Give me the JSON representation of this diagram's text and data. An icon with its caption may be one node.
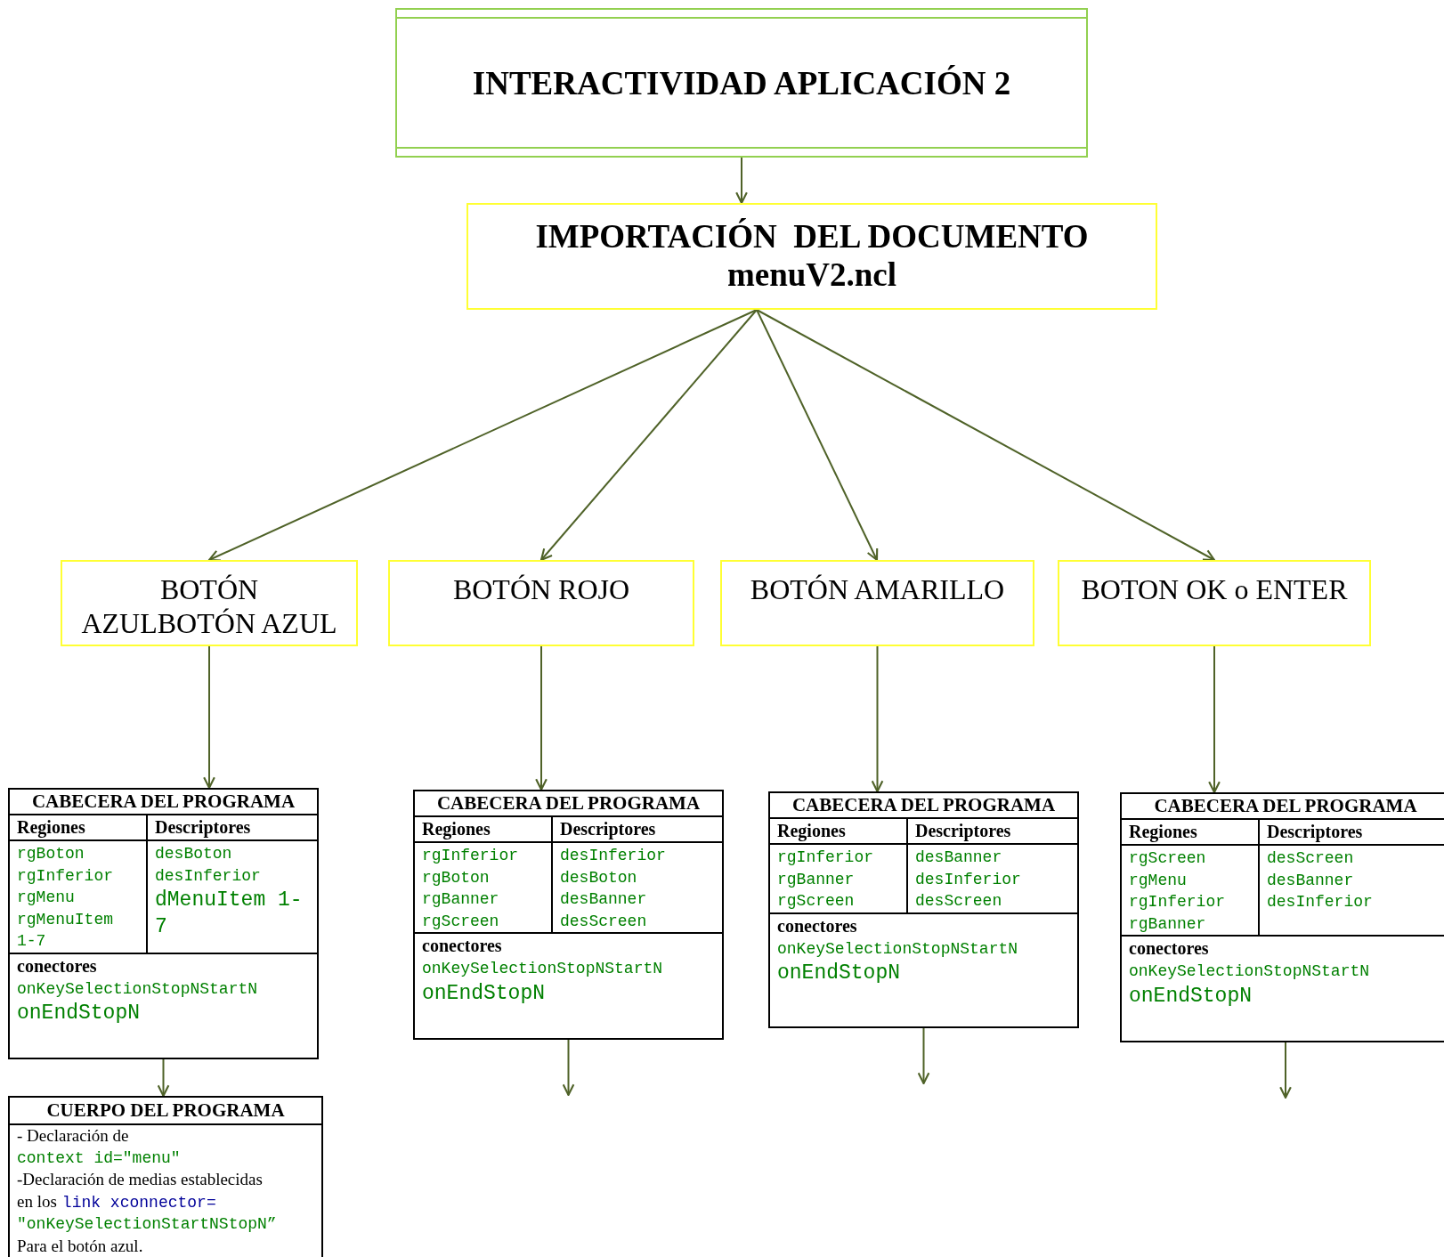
{
  "diagram": {
    "nodes": [
      {
        "text": [
          "INTERACTIVIDAD APLICACIÓN 2"
        ]
      },
      {
        "text": [
          "IMPORTACIÓN  DEL DOCUMENTO",
          "menuV2.ncl"
        ]
      },
      {
        "text": [
          "BOTÓN AZULBOTÓN AZUL"
        ]
      },
      {
        "text": [
          "BOTÓN ROJO"
        ]
      },
      {
        "text": [
          "BOTÓN AMARILLO"
        ]
      },
      {
        "text": [
          "BOTON OK o ENTER"
        ]
      },
      {
        "text": [
          "CABECERA DEL PROGRAMA"
        ]
      },
      {
        "text": [
          "Regiones",
          "rgBoton",
          "rgInferior",
          "rgMenu",
          "rgMenuItem 1-7"
        ],
        "in": 6
      },
      {
        "text": [
          "Descriptores",
          "desBoton",
          "desInferior",
          "dMenuItem 1-7"
        ],
        "in": 6
      },
      {
        "text": [
          "conectores",
          "onKeySelectionStopNStartN",
          "onEndStopN"
        ],
        "in": 6
      },
      {
        "text": [
          "CABECERA DEL PROGRAMA"
        ]
      },
      {
        "text": [
          "Regiones",
          "rgInferior",
          "rgBoton",
          "rgBanner",
          "rgScreen"
        ],
        "in": 10
      },
      {
        "text": [
          "Descriptores",
          "desInferior",
          "desBoton",
          "desBanner",
          "desScreen"
        ],
        "in": 10
      },
      {
        "text": [
          "conectores",
          "onKeySelectionStopNStartN",
          "onEndStopN"
        ],
        "in": 10
      },
      {
        "text": [
          "CABECERA DEL PROGRAMA"
        ]
      },
      {
        "text": [
          "Regiones",
          "rgInferior",
          "rgBanner",
          "rgScreen"
        ],
        "in": 14
      },
      {
        "text": [
          "Descriptores",
          "desBanner",
          "desInferior",
          "desScreen"
        ],
        "in": 14
      },
      {
        "text": [
          "conectores",
          "onKeySelectionStopNStartN",
          "onEndStopN"
        ],
        "in": 14
      },
      {
        "text": [
          "CABECERA DEL PROGRAMA"
        ]
      },
      {
        "text": [
          "Regiones",
          "rgScreen",
          "rgMenu",
          "rgInferior",
          "rgBanner"
        ],
        "in": 18
      },
      {
        "text": [
          "Descriptores",
          "desScreen",
          "desBanner",
          "desInferior"
        ],
        "in": 18
      },
      {
        "text": [
          "conectores",
          "onKeySelectionStopNStartN",
          "onEndStopN"
        ],
        "in": 18
      },
      {
        "text": [
          "CUERPO DEL PROGRAMA",
          "- Declaración de",
          "context id=\"menu\"",
          "-Declaración de medias establecidas",
          "en los",
          "link xconnector=",
          "\"onKeySelectionStartNStopN”",
          "Para el botón azul."
        ]
      }
    ],
    "edges": [
      {
        "from": 0,
        "to": 1,
        "arrow": "to"
      },
      {
        "from": 1,
        "to": 2,
        "arrow": "to"
      },
      {
        "from": 1,
        "to": 3,
        "arrow": "to"
      },
      {
        "from": 1,
        "to": 4,
        "arrow": "to"
      },
      {
        "from": 1,
        "to": 5,
        "arrow": "to"
      },
      {
        "from": 2,
        "to": 6,
        "arrow": "to"
      },
      {
        "from": 3,
        "to": 10,
        "arrow": "to"
      },
      {
        "from": 4,
        "to": 14,
        "arrow": "to"
      },
      {
        "from": 5,
        "to": 18,
        "arrow": "to"
      },
      {
        "from": 6,
        "to": 22,
        "arrow": "to"
      },
      {
        "from": 10,
        "to": null,
        "arrow": "to"
      },
      {
        "from": 14,
        "to": null,
        "arrow": "to"
      },
      {
        "from": 18,
        "to": null,
        "arrow": "to"
      }
    ]
  }
}
